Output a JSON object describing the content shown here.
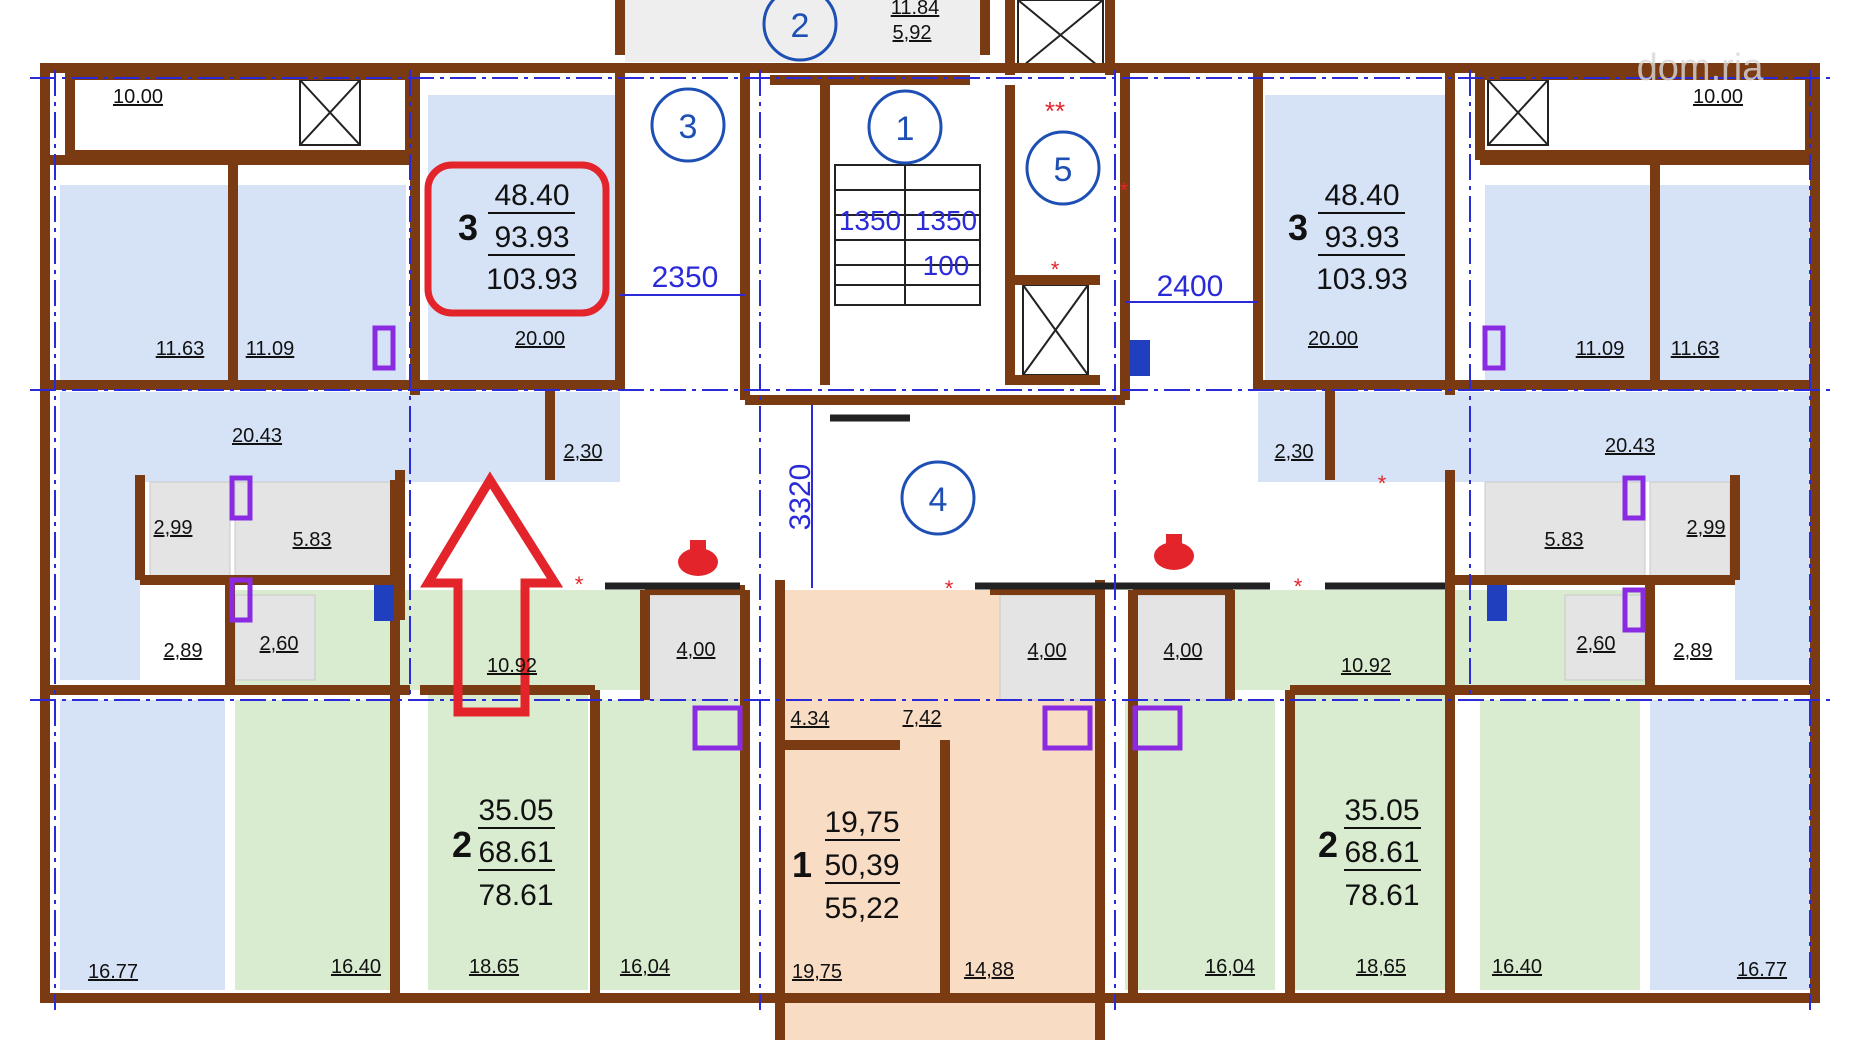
{
  "colors": {
    "wall": "#7a3a12",
    "blue_room": "#d6e3f7",
    "green_room": "#d9ecd0",
    "peach_room": "#f8dcc4",
    "axis": "#2a2ad8",
    "highlight": "#e3242b",
    "tile": "#c9c9c9",
    "purple": "#8a2be2"
  },
  "watermark": "dom.ria",
  "apartments": {
    "left_3": {
      "rooms": "3",
      "living": "48.40",
      "total": "93.93",
      "with_balcony": "103.93"
    },
    "right_3": {
      "rooms": "3",
      "living": "48.40",
      "total": "93.93",
      "with_balcony": "103.93"
    },
    "left_2": {
      "rooms": "2",
      "living": "35.05",
      "total": "68.61",
      "with_balcony": "78.61"
    },
    "right_2": {
      "rooms": "2",
      "living": "35.05",
      "total": "68.61",
      "with_balcony": "78.61"
    },
    "center_1": {
      "rooms": "1",
      "living": "19,75",
      "total": "50,39",
      "with_balcony": "55,22"
    }
  },
  "room_areas": {
    "l_balcony": "10.00",
    "r_balcony": "10.00",
    "l_room_a": "11.63",
    "l_room_b": "11.09",
    "l_room_c": "20.00",
    "r_room_c": "20.00",
    "r_room_b": "11.09",
    "r_room_a": "11.63",
    "l_hall": "20.43",
    "r_hall": "20.43",
    "l_closet": "2,30",
    "r_closet": "2,30",
    "l_wc": "2,99",
    "l_bath": "5.83",
    "r_bath": "5.83",
    "r_wc": "2,99",
    "l_store": "2,89",
    "l_wc2": "2,60",
    "r_wc2": "2,60",
    "r_store": "2,89",
    "l_hall2": "10.92",
    "r_hall2": "10.92",
    "l_bath2": "4,00",
    "c_bath_l": "4,00",
    "c_bath_r": "4,00",
    "c_hall": "4.34",
    "c_kitchen_top": "7,42",
    "l_big": "16.77",
    "l2_kitchen": "16.40",
    "l2_room": "18.65",
    "l2_room2": "16,04",
    "c_room": "19,75",
    "c_kitchen": "14,88",
    "r2_room2": "16,04",
    "r2_room": "18,65",
    "r2_kitchen": "16.40",
    "r_big": "16.77",
    "top_balcony": "11.84",
    "top_balcony_sub": "5,92"
  },
  "dimensions": {
    "d1": "2350",
    "d2": "2400",
    "d3": "3320",
    "s1": "1350",
    "s2": "1350",
    "s3": "100"
  },
  "markers": {
    "m1": "1",
    "m2": "2",
    "m3": "3",
    "m4": "4",
    "m5": "5"
  },
  "symbols": {
    "stars": "**",
    "star": "*"
  }
}
